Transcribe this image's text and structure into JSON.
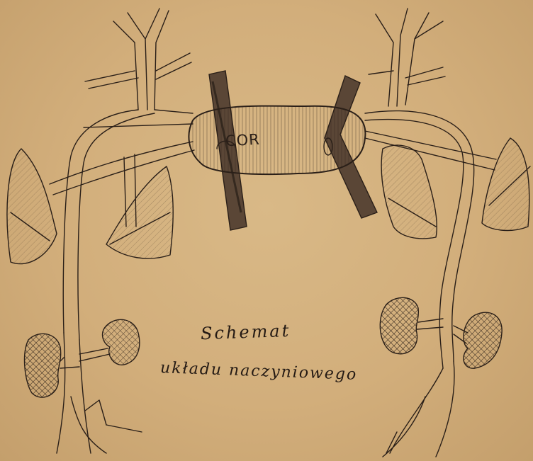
{
  "diagram": {
    "heart_label": "COR",
    "caption_line1": "Schemat",
    "caption_line2": "układu naczyniowego"
  }
}
